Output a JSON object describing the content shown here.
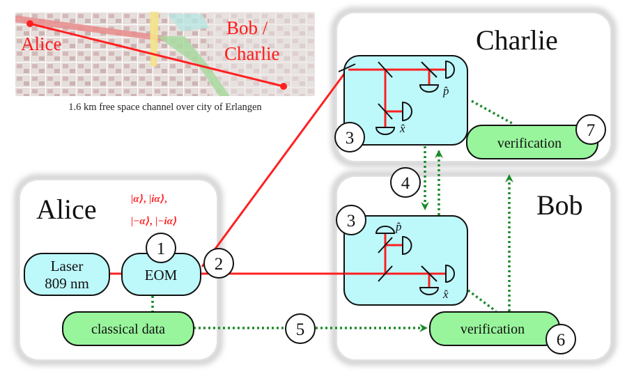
{
  "map": {
    "label_alice": "Alice",
    "label_bob_line1": "Bob /",
    "label_bob_line2": "Charlie",
    "caption": "1.6 km free space channel over city of Erlangen"
  },
  "parties": {
    "alice": "Alice",
    "bob": "Bob",
    "charlie": "Charlie"
  },
  "alice_states": {
    "line1": "|α⟩, |iα⟩,",
    "line2": "|−α⟩, |−iα⟩"
  },
  "components": {
    "laser_line1": "Laser",
    "laser_line2": "809 nm",
    "eom": "EOM",
    "classical_data": "classical data",
    "verification_bob": "verification",
    "verification_charlie": "verification"
  },
  "detector_labels": {
    "p": "p̂",
    "x": "x̂"
  },
  "step_markers": {
    "s1": "1",
    "s2": "2",
    "s3_charlie": "3",
    "s3_bob": "3",
    "s4": "4",
    "s5": "5",
    "s6": "6",
    "s7": "7"
  },
  "colors": {
    "laser_beam": "#ff2020",
    "classical_channel": "#1a8a2a",
    "optical_box": "#bdf8fb",
    "classical_box": "#98f59c",
    "panel_shadow": "#d6d6d6"
  }
}
